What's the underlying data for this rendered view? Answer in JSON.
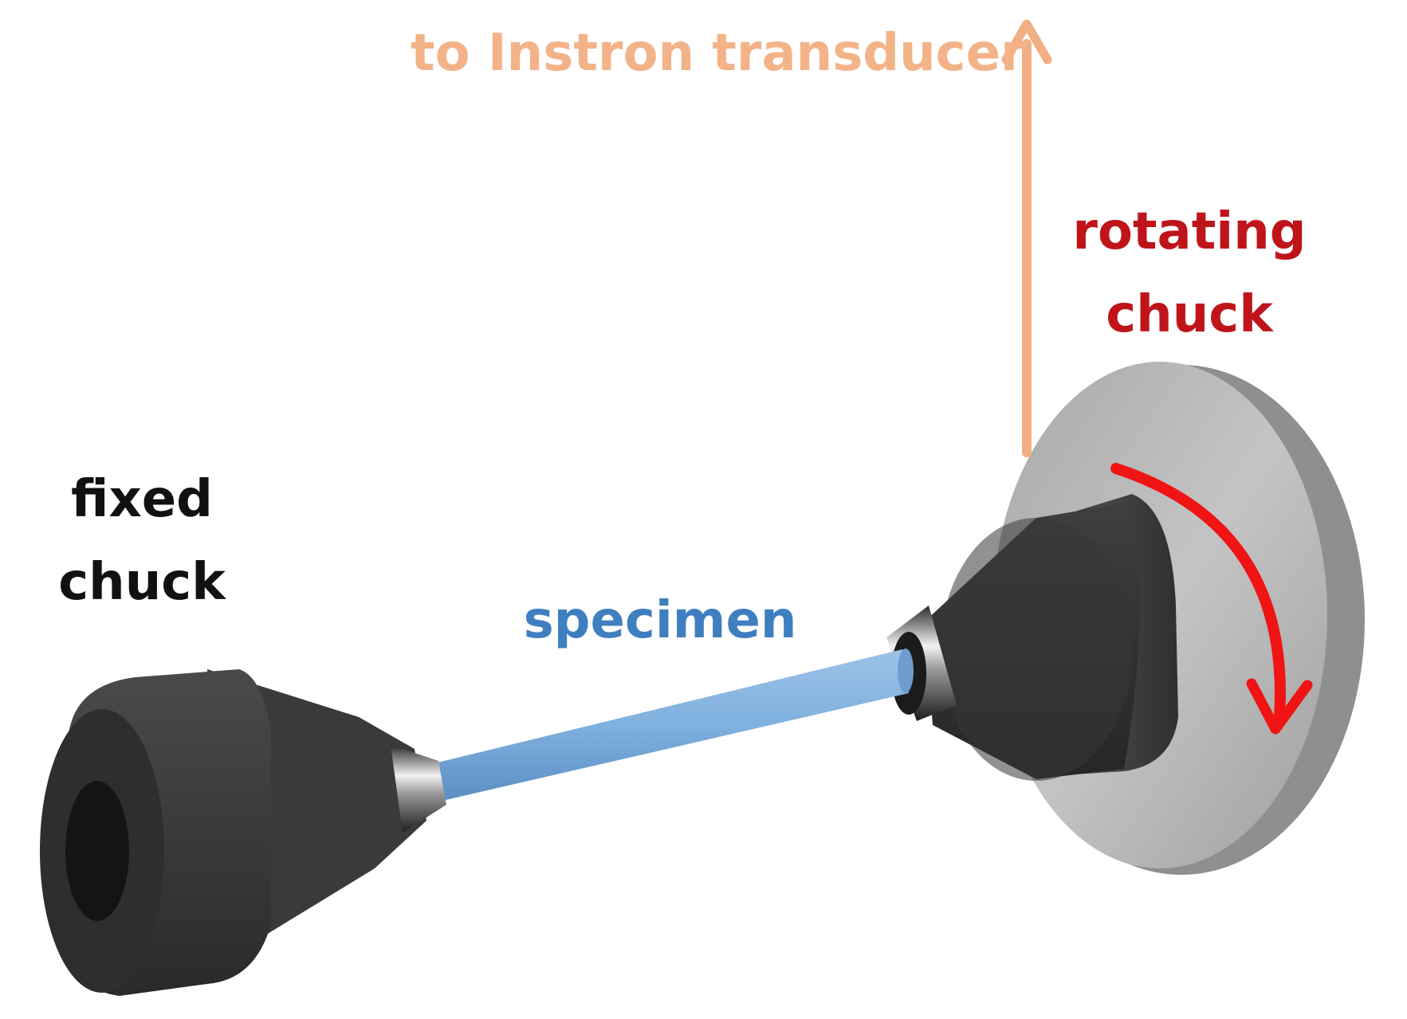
{
  "labels": {
    "transducer": "to Instron transducer",
    "rotating_line1": "rotating",
    "rotating_line2": "chuck",
    "fixed_line1": "fixed",
    "fixed_line2": "chuck",
    "specimen": "specimen"
  },
  "colors": {
    "transducer_label": "#F3B388",
    "transducer_arrow": "#F2AE84",
    "rotating_label": "#C0141B",
    "rotation_arrow": "#F01414",
    "fixed_label": "#111111",
    "specimen_label": "#3F7FC0",
    "specimen_rod": "#7FAEDD",
    "chuck_body": "#3A3A3A",
    "flange": "#B5B5B5",
    "background": "#FFFFFF"
  },
  "icons": {
    "transducer_direction": "arrow-up-icon",
    "rotation_direction": "rotate-clockwise-icon"
  }
}
